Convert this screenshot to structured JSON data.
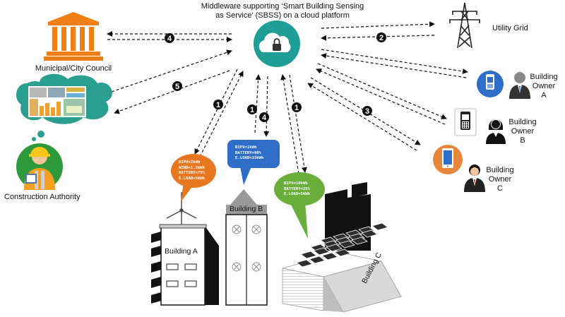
{
  "title": {
    "line1": "Middleware supporting ‘Smart Building Sensing",
    "line2": "as Service’ (SBSS) on a cloud platform"
  },
  "entities": {
    "council": "Municipal/City Council",
    "grid": "Utility Grid",
    "authority": "Construction Authority",
    "owner_a": [
      "Building",
      "Owner",
      "A"
    ],
    "owner_b": [
      "Building",
      "Owner",
      "B"
    ],
    "owner_c": [
      "Building",
      "Owner",
      "C"
    ]
  },
  "buildings": {
    "a": "Building A",
    "b": "Building B",
    "c": "Building C"
  },
  "bubbles": {
    "a": [
      "BIPV=2kWh",
      "WIND=1.5kWh",
      "BATTERY=75%",
      "E.LOAD=5kWh"
    ],
    "b": [
      "BIPV=1kWh",
      "BATTERY=90%",
      "E.LOAD=15kWh"
    ],
    "c": [
      "BIPV=10kWh",
      "BATTERY=25%",
      "E.LOAD=5kWh"
    ]
  },
  "badges": {
    "council": "4",
    "grid": "2",
    "authority": "5",
    "owners": "3",
    "a": "1",
    "b_up": "1",
    "b_down": "4",
    "c": "1"
  },
  "icons": [
    "cloud-lock-icon",
    "government-building-icon",
    "transmission-tower-icon",
    "worker-icon",
    "dashboard-thought-icon",
    "phone-icon",
    "person-icon",
    "wind-turbine-icon",
    "solar-panel-icon"
  ],
  "colors": {
    "orange": "#E87722",
    "blue": "#2E6DC8",
    "green": "#6AAE3C",
    "teal": "#1E9E96"
  }
}
